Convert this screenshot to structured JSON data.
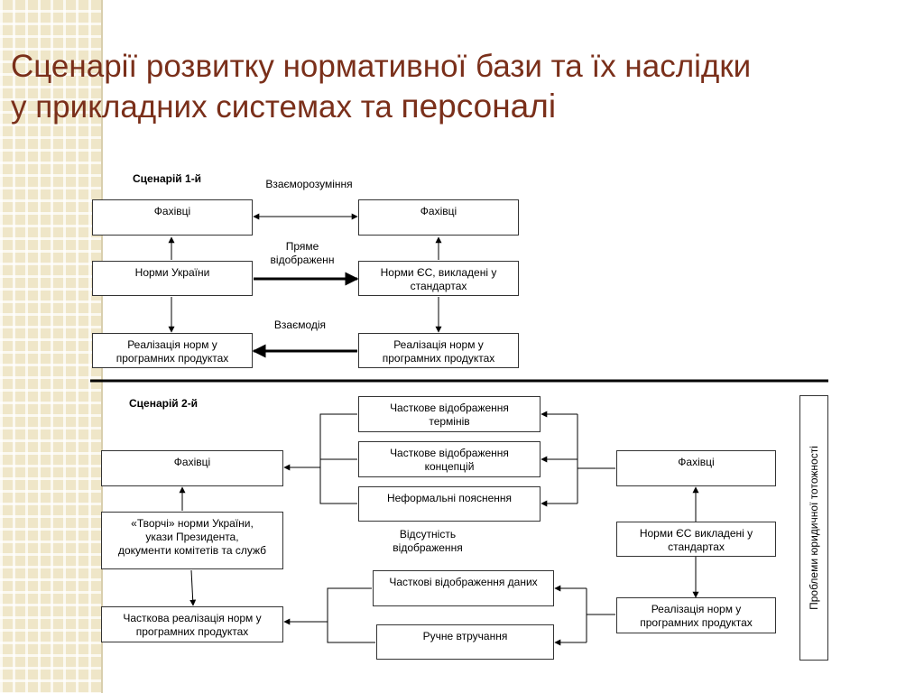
{
  "slide": {
    "title_line1": "Сценарії розвитку нормативної бази та їх наслідки",
    "title_line2": "у прикладних системах та ",
    "title_emph": "персоналі"
  },
  "scenario1": {
    "label": "Сценарій 1-й",
    "mutual_understanding": "Взаєморозуміння",
    "direct_mapping": "Пряме\nвідображенн",
    "interaction": "Взаємодія",
    "left_specialists": "Фахівці",
    "right_specialists": "Фахівці",
    "left_norms": "Норми України",
    "right_norms": "Норми ЄС, викладені у\nстандартах",
    "left_impl": "Реалізація норм у\nпрограмних продуктах",
    "right_impl": "Реалізація норм у\nпрограмних продуктах"
  },
  "scenario2": {
    "label": "Сценарій 2-й",
    "partial_terms": "Часткове відображення\nтермінів",
    "partial_concepts": "Часткове відображення\nконцепцій",
    "informal": "Неформальні пояснення",
    "no_mapping": "Відсутність\nвідображення",
    "partial_data": "Часткові відображення даних",
    "manual": "Ручне втручання",
    "left_specialists": "Фахівці",
    "right_specialists": "Фахівці",
    "left_norms": "«Творчі» норми України,\nукази Президента,\nдокументи комітетів та служб",
    "right_norms": "Норми ЄС викладені у\nстандартах",
    "left_impl": "Часткова реалізація норм у\nпрограмних продуктах",
    "right_impl": "Реалізація норм у\nпрограмних продуктах",
    "side_label": "Проблеми юридичної тотожності"
  },
  "colors": {
    "title": "#7a2f1a",
    "stripe": "#efe6c8"
  }
}
